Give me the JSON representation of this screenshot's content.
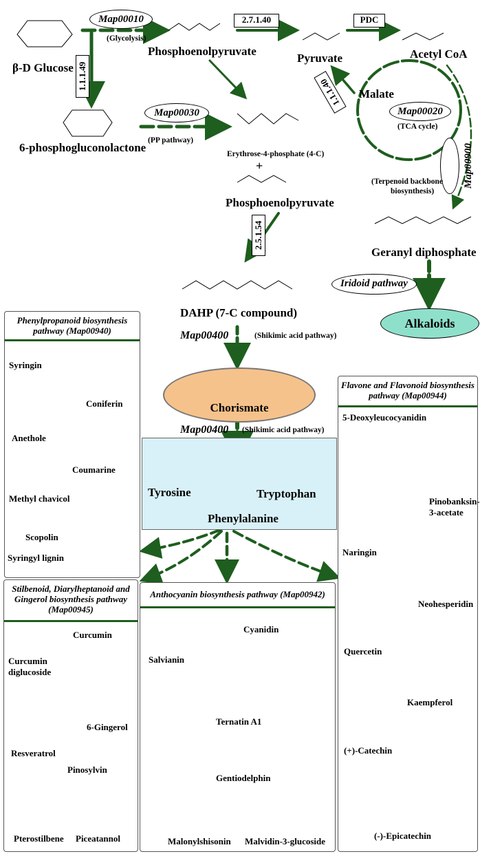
{
  "top": {
    "glucose": "β-D Glucose",
    "pep": "Phosphoenolpyruvate",
    "pyruvate": "Pyruvate",
    "acetyl_coa": "Acetyl CoA",
    "malate": "Malate",
    "gluconolactone": "6-phosphogluconolactone",
    "e4p": "Erythrose-4-phosphate (4-C)",
    "plus": "+",
    "pep2": "Phosphoenolpyruvate",
    "dahp": "DAHP (7-C compound)",
    "geranyl": "Geranyl diphosphate",
    "alkaloids": "Alkaloids",
    "chorismate": "Chorismate",
    "tyrosine": "Tyrosine",
    "tryptophan": "Tryptophan",
    "phenylalanine": "Phenylalanine"
  },
  "maps": {
    "glycolysis_id": "Map00010",
    "glycolysis_name": "(Glycolysis)",
    "pp_id": "Map00030",
    "pp_name": "(PP pathway)",
    "tca_id": "Map00020",
    "tca_name": "(TCA cycle)",
    "terp_id": "Map00900",
    "terp_name_1": "(Terpenoid backbone",
    "terp_name_2": "biosynthesis)",
    "iridoid": "Iridoid pathway",
    "shik1_id": "Map00400",
    "shik1_name": "(Shikimic acid pathway)",
    "shik2_id": "Map00400",
    "shik2_name": "(Shikimic acid pathway)"
  },
  "enzymes": {
    "e1": "2.7.1.40",
    "e2": "PDC",
    "e3": "1.1.1.49",
    "e4": "1.1.1.40",
    "e5": "2.5.1.54"
  },
  "phenylpropanoid": {
    "title": "Phenylpropanoid biosynthesis pathway (Map00940)",
    "compounds": [
      "Syringin",
      "Coniferin",
      "Anethole",
      "Coumarine",
      "Methyl chavicol",
      "Scopolin",
      "Syringyl lignin"
    ]
  },
  "flavonoid": {
    "title": "Flavone and Flavonoid biosynthesis pathway (Map00944)",
    "compounds": [
      "5-Deoxyleucocyanidin",
      "Pinobanksin-3-acetate",
      "Naringin",
      "Neohesperidin",
      "Quercetin",
      "Kaempferol",
      "(+)-Catechin",
      "(-)-Epicatechin"
    ]
  },
  "stilbenoid": {
    "title": "Stilbenoid, Diarylheptanoid and Gingerol biosynthesis pathway (Map00945)",
    "compounds": [
      "Curcumin",
      "Curcumin diglucoside",
      "6-Gingerol",
      "Resveratrol",
      "Pinosylvin",
      "Pterostilbene",
      "Piceatannol"
    ]
  },
  "anthocyanin": {
    "title": "Anthocyanin biosynthesis pathway (Map00942)",
    "compounds": [
      "Cyanidin",
      "Salvianin",
      "Ternatin A1",
      "Gentiodelphin",
      "Malonylshisonin",
      "Malvidin-3-glucoside"
    ]
  },
  "colors": {
    "arrow": "#1e5e1e",
    "chorismate_fill": "#f6c28b",
    "aromatic_box": "#d8f1f8",
    "alkaloids_fill": "#8fe0cb"
  }
}
